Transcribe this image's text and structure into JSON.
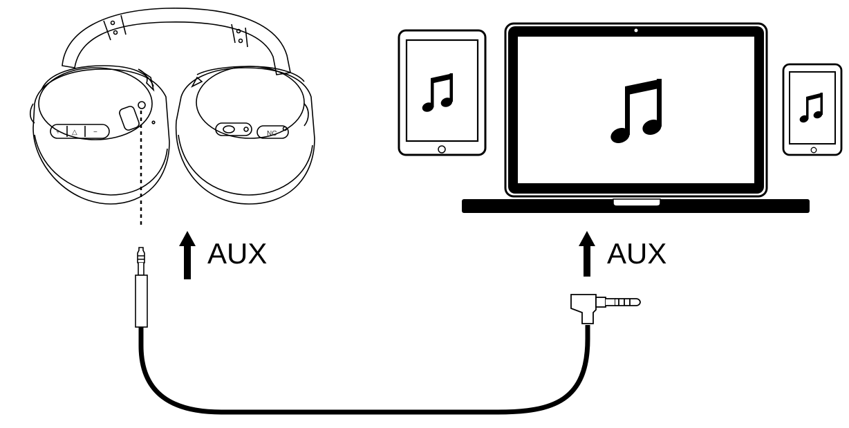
{
  "labels": {
    "headphone_aux": "AUX",
    "device_aux": "AUX"
  },
  "headphones": {
    "left_buttons": [
      "+",
      "△",
      "−"
    ],
    "right_button": "NC"
  },
  "devices": {
    "tablet_icon": "music-note-icon",
    "laptop_icon": "music-note-icon",
    "phone_icon": "music-note-icon"
  },
  "colors": {
    "line": "#000000",
    "fill": "#ffffff",
    "screen_bg": "#ffffff"
  },
  "icons": {
    "arrow_up": "arrow-up-icon",
    "music_note": "music-note-icon"
  }
}
